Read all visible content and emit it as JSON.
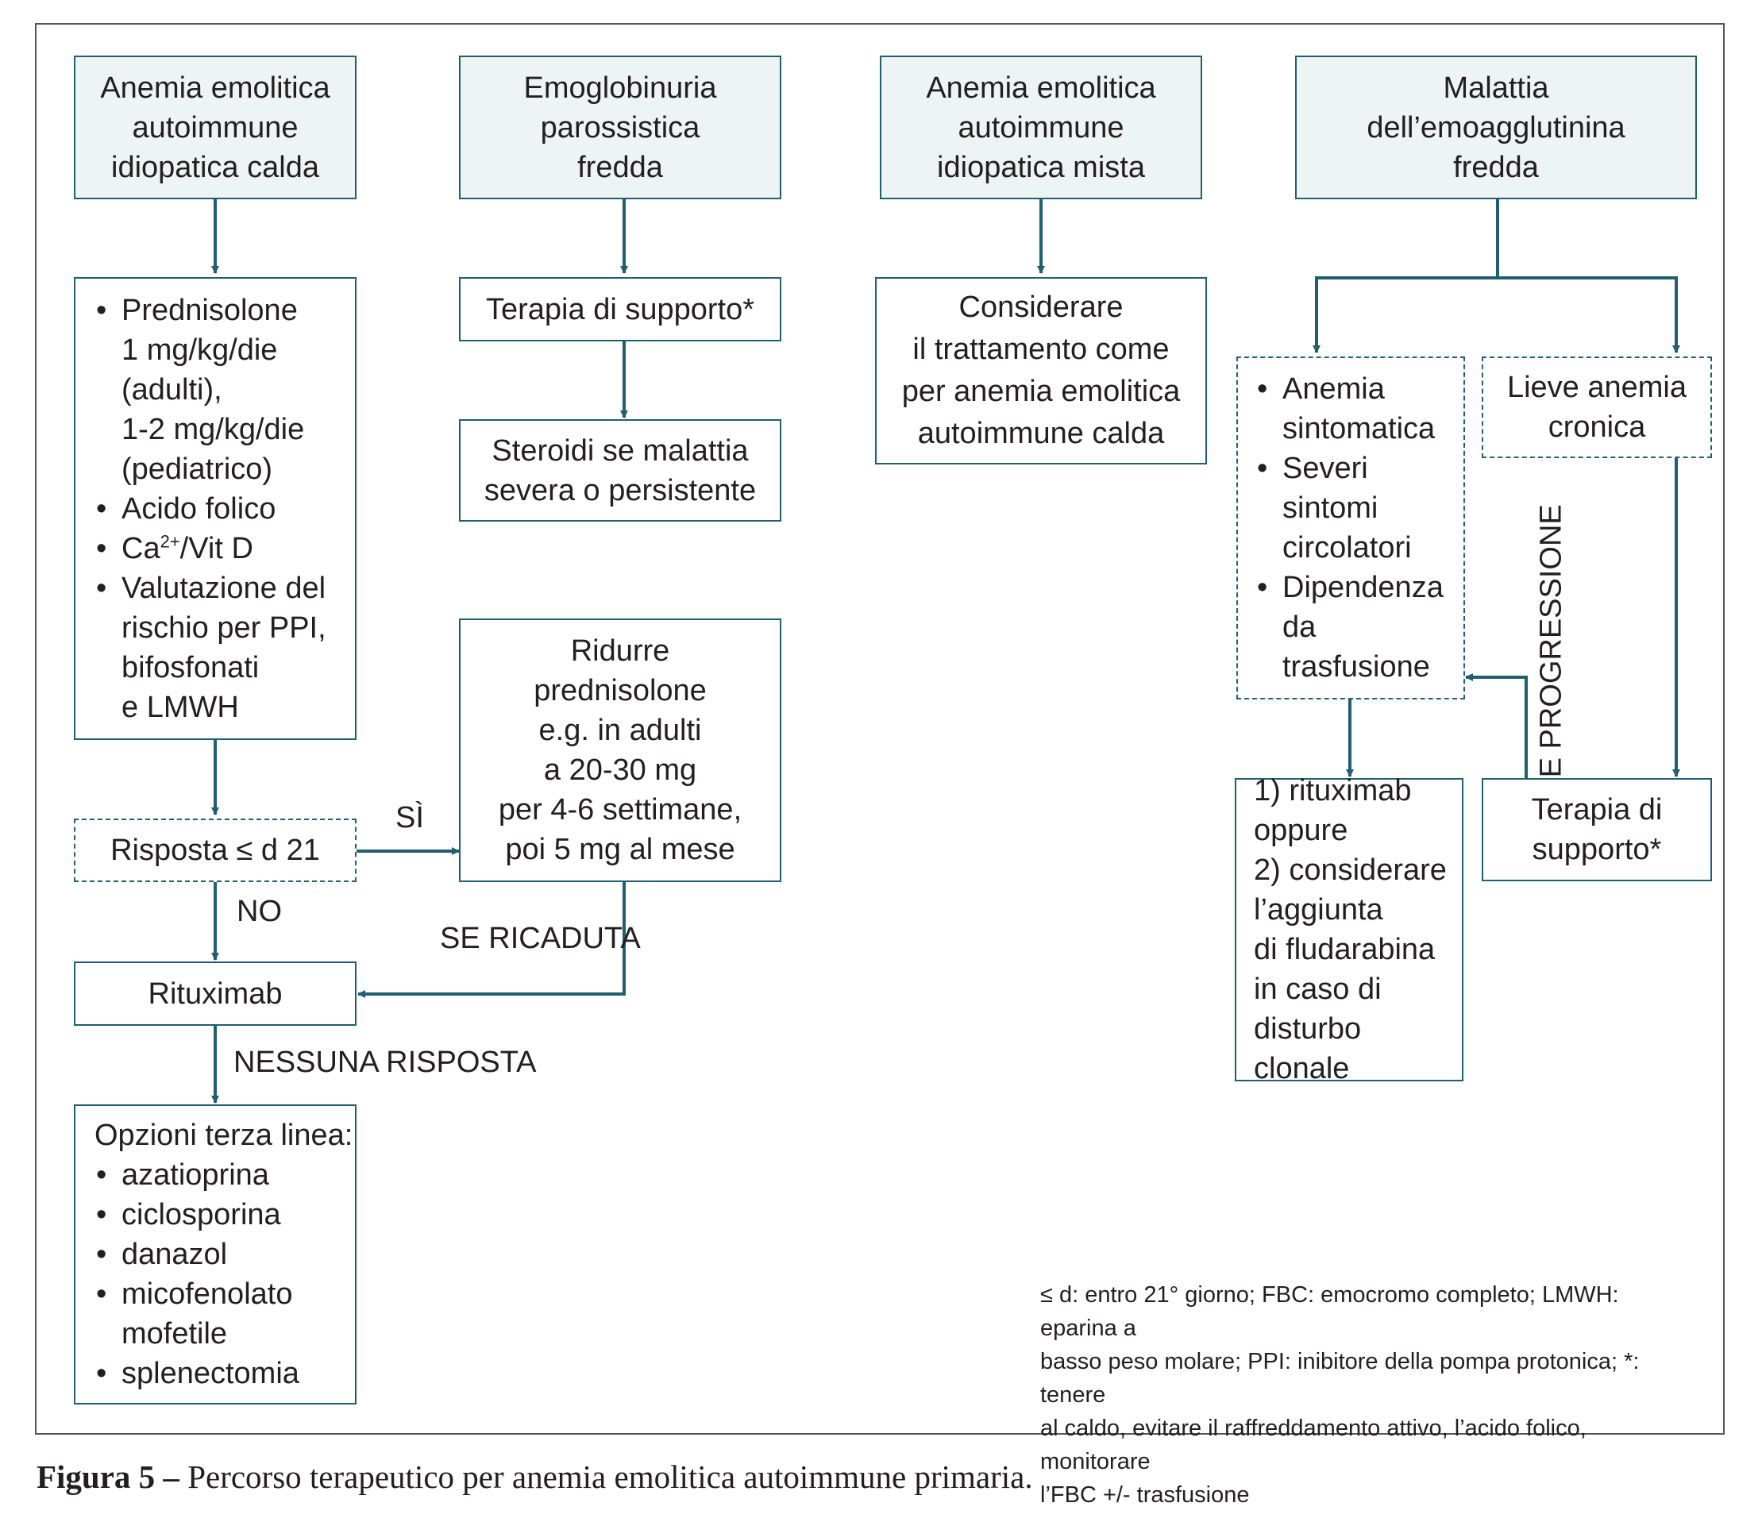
{
  "columns": {
    "warm": {
      "header": [
        "Anemia emolitica",
        "autoimmune",
        "idiopatica calda"
      ],
      "treatment_items": [
        [
          "Prednisolone",
          "1 mg/kg/die",
          "(adulti),",
          "1-2 mg/kg/die",
          "(pediatrico)"
        ],
        [
          "Acido folico"
        ],
        [
          "Valutazione del",
          "rischio per PPI,",
          "bifosfonati",
          "e LMWH"
        ]
      ],
      "ca_prefix": "Ca",
      "ca_sup": "2+",
      "ca_suffix": "/Vit D",
      "response": "Risposta ≤ d 21",
      "yes_label": "SÌ",
      "no_label": "NO",
      "reduce": [
        "Ridurre",
        "prednisolone",
        "e.g. in adulti",
        "a 20-30 mg",
        "per 4-6 settimane,",
        "poi 5 mg al mese"
      ],
      "relapse_label": "SE RICADUTA",
      "rituximab": "Rituximab",
      "no_response_label": "NESSUNA RISPOSTA",
      "third_line_title": "Opzioni terza linea:",
      "third_line_items": [
        [
          "azatioprina"
        ],
        [
          "ciclosporina"
        ],
        [
          "danazol"
        ],
        [
          "micofenolato",
          "mofetile"
        ],
        [
          "splenectomia"
        ]
      ]
    },
    "cold_pnh": {
      "header": [
        "Emoglobinuria",
        "parossistica",
        "fredda"
      ],
      "support": "Terapia di supporto*",
      "steroids": [
        "Steroidi se malattia",
        "severa o persistente"
      ]
    },
    "mixed": {
      "header": [
        "Anemia emolitica",
        "autoimmune",
        "idiopatica mista"
      ],
      "consider": [
        "Considerare",
        "il trattamento come",
        "per anemia emolitica",
        "autoimmune calda"
      ]
    },
    "cold_agglutinin": {
      "header": [
        "Malattia",
        "dell’emoagglutinina",
        "fredda"
      ],
      "symptomatic_items": [
        [
          "Anemia",
          "sintomatica"
        ],
        [
          "Severi",
          "sintomi",
          "circolatori"
        ],
        [
          "Dipendenza",
          "da",
          "trasfusione"
        ]
      ],
      "mild": [
        "Lieve anemia",
        "cronica"
      ],
      "progression_label": "SE PROGRESSIONE",
      "rituximab_options": [
        "1) rituximab",
        "oppure",
        "2) considerare",
        "l’aggiunta",
        "di fludarabina",
        "in caso di",
        "disturbo clonale"
      ],
      "support": [
        "Terapia di",
        "supporto*"
      ]
    }
  },
  "note": [
    "≤ d: entro 21° giorno; FBC: emocromo completo; LMWH: eparina a",
    "basso peso molare; PPI: inibitore della pompa protonica; *: tenere",
    "al caldo, evitare il raffreddamento attivo, l’acido folico, monitorare",
    "l’FBC +/- trasfusione"
  ],
  "caption": {
    "label": "Figura 5 –",
    "text": " Percorso terapeutico per anemia emolitica autoimmune primaria."
  },
  "colors": {
    "line": "#1f5f6f",
    "header_fill": "#eef3f3",
    "frame": "#555555"
  }
}
